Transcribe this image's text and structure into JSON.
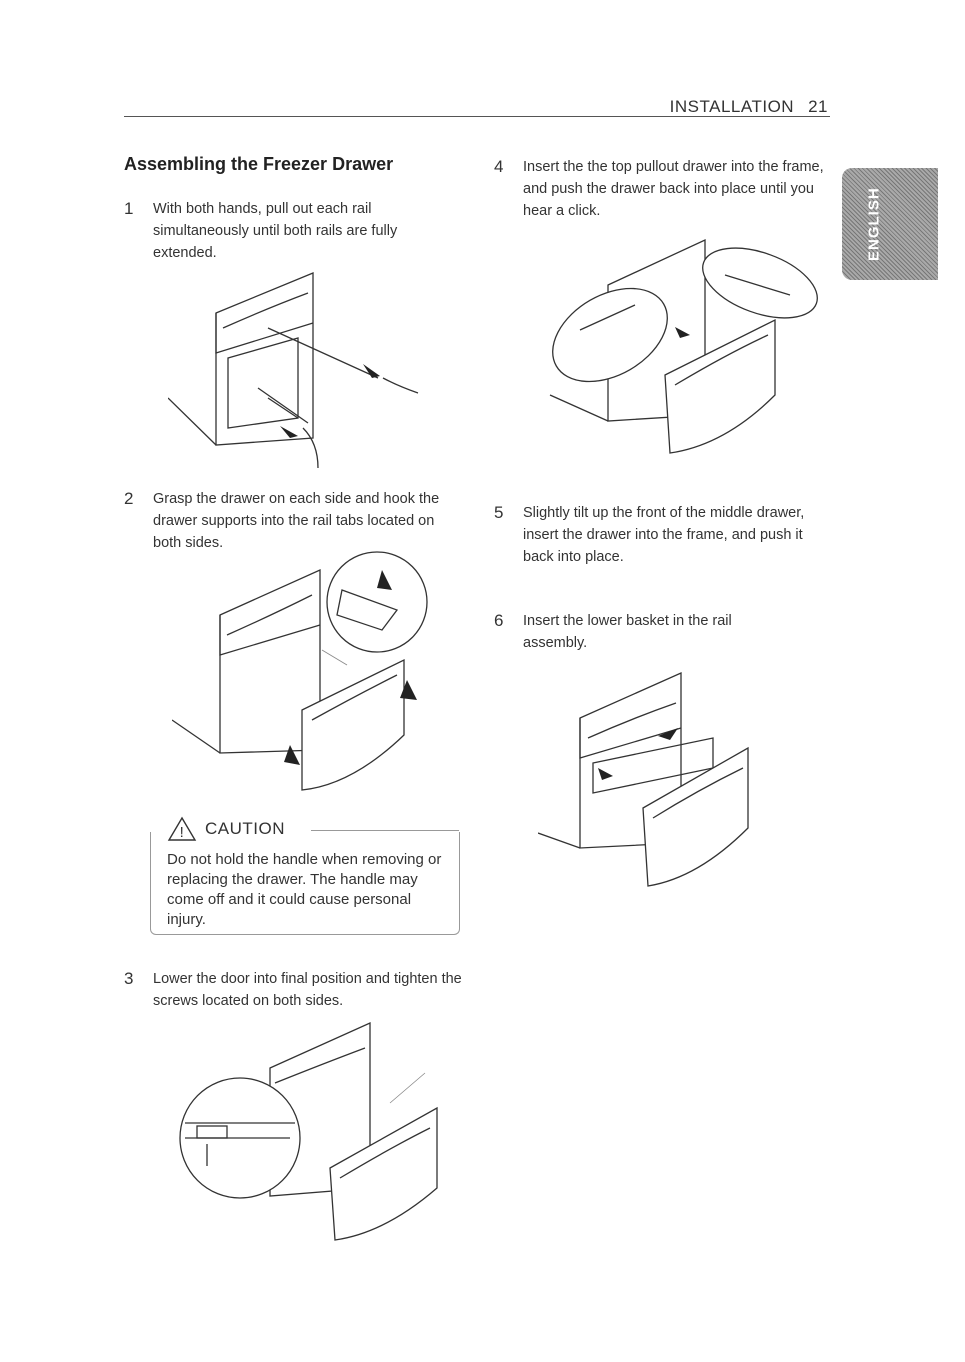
{
  "header": {
    "section": "INSTALLATION",
    "page": "21"
  },
  "side_tab": {
    "label": "ENGLISH"
  },
  "title": "Assembling the Freezer Drawer",
  "steps": [
    {
      "num": "1",
      "text": "With both hands, pull out each rail simultaneously until both rails are fully extended."
    },
    {
      "num": "2",
      "text": "Grasp the drawer on each side and hook the drawer supports into the rail tabs located on both sides."
    },
    {
      "num": "3",
      "text": "Lower the door into final position and tighten the screws located on both sides."
    },
    {
      "num": "4",
      "text": "Insert the the top pullout drawer into the frame, and push the drawer back into place until you hear a click."
    },
    {
      "num": "5",
      "text": "Slightly tilt up the front of the middle drawer, insert the drawer into the frame, and push it back into place."
    },
    {
      "num": "6",
      "text": "Insert the lower basket in the rail assembly."
    }
  ],
  "caution": {
    "label": "CAUTION",
    "text": "Do not hold the handle when removing or replacing the drawer. The handle may come off and it could cause personal injury."
  }
}
